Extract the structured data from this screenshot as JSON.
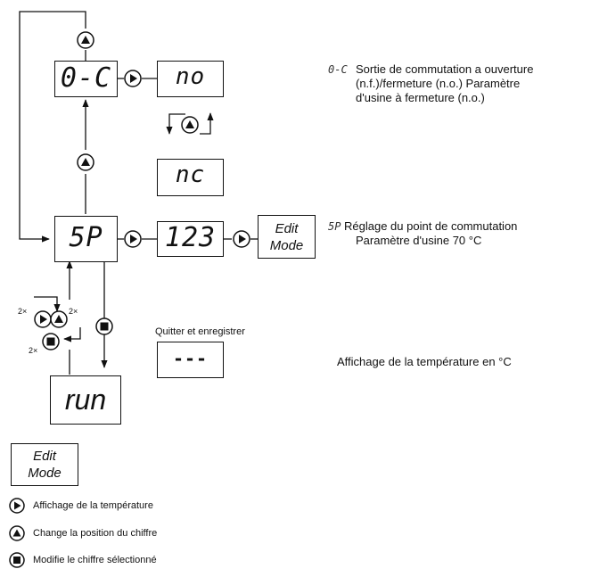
{
  "displays": {
    "oc": "0-C",
    "no": "no",
    "nc": "nc",
    "sp": "5P",
    "value": "123",
    "dashes": "---",
    "run": "run"
  },
  "edit_mode": {
    "line1": "Edit",
    "line2": "Mode"
  },
  "labels": {
    "quit_save": "Quitter et enregistrer",
    "twox": "2×"
  },
  "descriptions": {
    "oc": {
      "code": "0-C",
      "line1": "Sortie de commutation a ouverture",
      "line2": "(n.f.)/fermeture (n.o.) Paramètre",
      "line3": "d'usine à fermeture (n.o.)"
    },
    "sp": {
      "code": "5P",
      "line1": "Réglage du point de commutation",
      "line2": "Paramètre d'usine 70 °C"
    },
    "temp": "Affichage de la température en °C"
  },
  "legend": {
    "edit_line1": "Edit",
    "edit_line2": "Mode",
    "right": "Affichage de la température",
    "up": "Change la position du chiffre",
    "stop": "Modifie le chiffre sélectionné"
  }
}
